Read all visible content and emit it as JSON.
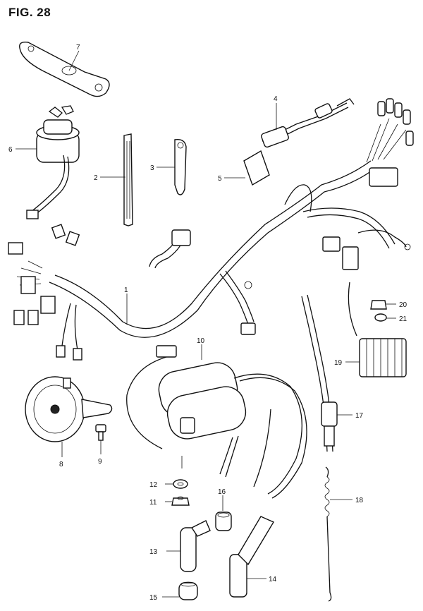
{
  "figure": {
    "title": "FIG. 28"
  },
  "callouts": [
    "1",
    "2",
    "3",
    "4",
    "5",
    "6",
    "7",
    "8",
    "9",
    "10",
    "11",
    "12",
    "13",
    "14",
    "15",
    "16",
    "17",
    "18",
    "19",
    "20",
    "21"
  ]
}
